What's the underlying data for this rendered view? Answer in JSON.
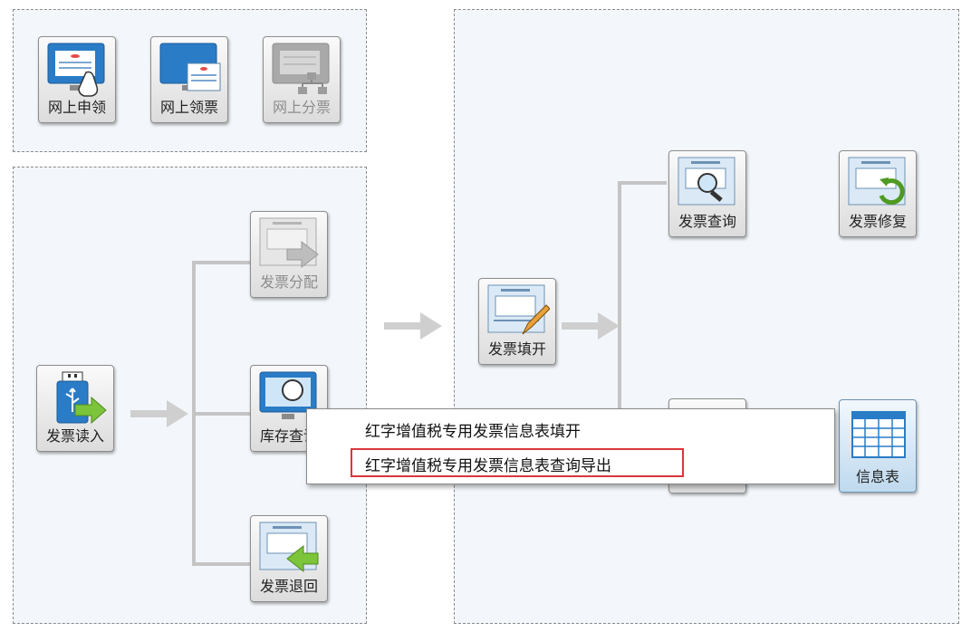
{
  "top_panel": {
    "tiles": [
      {
        "label": "网上申领",
        "icon": "apply-online-icon"
      },
      {
        "label": "网上领票",
        "icon": "receive-online-icon"
      },
      {
        "label": "网上分票",
        "icon": "distribute-online-icon"
      }
    ]
  },
  "left_panel": {
    "tiles": [
      {
        "label": "发票读入",
        "icon": "usb-read-icon"
      },
      {
        "label": "发票分配",
        "icon": "invoice-distribute-icon"
      },
      {
        "label": "库存查询",
        "icon": "monitor-search-icon"
      },
      {
        "label": "发票退回",
        "icon": "invoice-return-icon"
      }
    ]
  },
  "right_panel": {
    "tiles": [
      {
        "label": "发票填开",
        "icon": "invoice-fill-icon"
      },
      {
        "label": "发票查询",
        "icon": "invoice-search-icon"
      },
      {
        "label": "发票修复",
        "icon": "invoice-repair-icon"
      },
      {
        "label": "信息表",
        "icon": "table-icon"
      }
    ]
  },
  "context_menu": {
    "items": [
      "红字增值税专用发票信息表填开",
      "红字增值税专用发票信息表查询导出"
    ],
    "highlight_color": "#d9363e"
  },
  "colors": {
    "panel_bg": "#f3f7fb",
    "connector": "#c4c4c4",
    "icon_blue": "#2a7cc7",
    "arrow_green": "#7cc43a"
  }
}
